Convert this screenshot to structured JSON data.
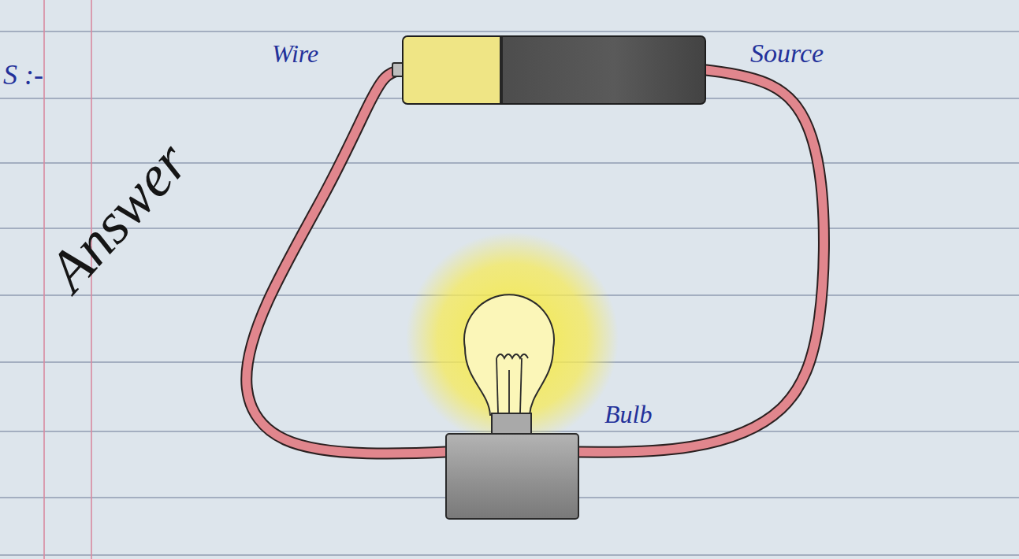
{
  "diagram": {
    "nodes": [
      {
        "text": [
          "Source"
        ]
      },
      {
        "text": [
          "Bulb"
        ]
      }
    ],
    "edges": [
      {
        "from": 0,
        "to": 1,
        "arrow": "none"
      },
      {
        "from": 0,
        "to": 1,
        "arrow": "none"
      }
    ],
    "labels": [
      "S :-",
      "Wire",
      "Answer"
    ]
  }
}
